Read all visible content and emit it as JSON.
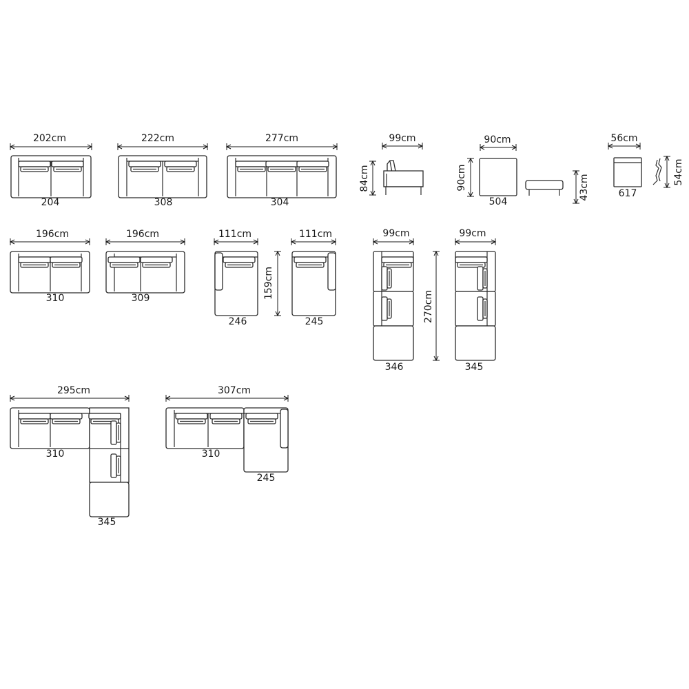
{
  "diagram": {
    "type": "sofa-configuration-dimension-sheet",
    "units_suffix": "cm",
    "items": [
      {
        "width": "202cm",
        "code": "204"
      },
      {
        "width": "222cm",
        "code": "308"
      },
      {
        "width": "277cm",
        "code": "304"
      },
      {
        "width": "99cm",
        "height": "84cm"
      },
      {
        "width": "90cm",
        "depth": "90cm",
        "code": "504",
        "height": "43cm"
      },
      {
        "width": "56cm",
        "code": "617",
        "height": "54cm"
      },
      {
        "width": "196cm",
        "code": "310"
      },
      {
        "width": "196cm",
        "code": "309"
      },
      {
        "width": "111cm",
        "depth": "159cm",
        "code": "246"
      },
      {
        "width": "111cm",
        "code": "245"
      },
      {
        "width": "99cm",
        "depth": "270cm",
        "code": "346"
      },
      {
        "width": "99cm",
        "code": "345"
      },
      {
        "width": "295cm",
        "codes": [
          "310",
          "345"
        ]
      },
      {
        "width": "307cm",
        "codes": [
          "310",
          "245"
        ]
      }
    ]
  }
}
